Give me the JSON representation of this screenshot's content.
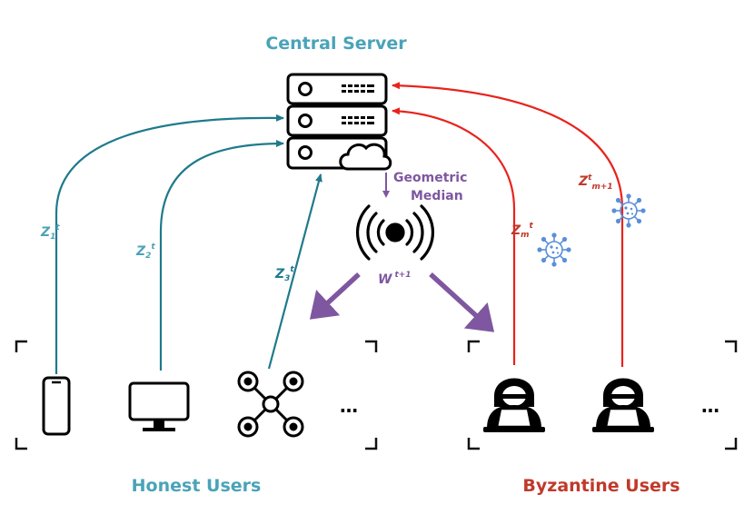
{
  "title": "Central Server",
  "aggregation_label": [
    "Geometric",
    "Median"
  ],
  "groups": {
    "honest": "Honest Users",
    "byzantine": "Byzantine Users"
  },
  "ellipsis": "…",
  "updates": {
    "z1": {
      "base": "Z",
      "sub": "1",
      "sup": "t"
    },
    "z2": {
      "base": "Z",
      "sub": "2",
      "sup": "t"
    },
    "z3": {
      "base": "Z",
      "sub": "3",
      "sup": "t"
    },
    "zm": {
      "base": "Z",
      "sub": "m",
      "sup": "t"
    },
    "zm1": {
      "base": "Z",
      "sub": "m+1",
      "sup": "t"
    }
  },
  "broadcast": {
    "base": "W",
    "sup": "t+1"
  },
  "colors": {
    "honest": "#1f7a8c",
    "honest_label": "#4aa3b8",
    "byzantine": "#e8231d",
    "byzantine_label": "#c0392b",
    "aggregation": "#7e57a0",
    "virus": "#5b8fd9",
    "icon": "#000000"
  },
  "icons": [
    "server-icon",
    "cloud-icon",
    "broadcast-icon",
    "smartphone-icon",
    "monitor-icon",
    "drone-icon",
    "hacker-icon",
    "virus-icon"
  ]
}
